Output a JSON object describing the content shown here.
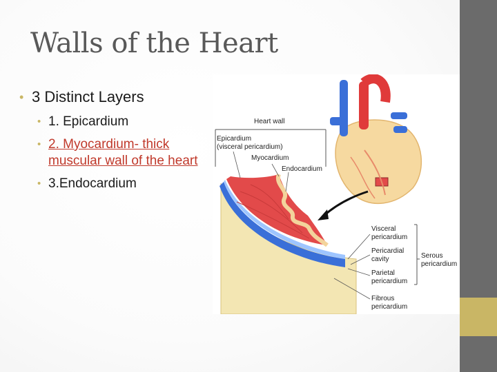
{
  "slide": {
    "title": "Walls of the Heart",
    "bullets": {
      "main": "3 Distinct Layers",
      "sub": [
        {
          "text": "1. Epicardium"
        },
        {
          "text": "2. Myocardium- thick muscular wall of the heart",
          "link": true
        },
        {
          "text": "3.Endocardium"
        }
      ]
    }
  },
  "figure": {
    "labels": {
      "heart_wall": "Heart wall",
      "epicardium": "Epicardium",
      "visceral_paren": "(visceral pericardium)",
      "myocardium": "Myocardium",
      "endocardium": "Endocardium",
      "visceral_1": "Visceral",
      "visceral_2": "pericardium",
      "cavity_1": "Pericardial",
      "cavity_2": "cavity",
      "parietal_1": "Parietal",
      "parietal_2": "pericardium",
      "fibrous_1": "Fibrous",
      "fibrous_2": "pericardium",
      "serous_1": "Serous",
      "serous_2": "pericardium"
    },
    "colors": {
      "myocardium": "#e24a4a",
      "serous_layer": "#3a6fd8",
      "fibrous": "#f3e6b3",
      "heart_body": "#f6d9a0",
      "aorta": "#e03a3a"
    }
  },
  "theme": {
    "side_bar": "#6b6b6b",
    "accent": "#c9b665",
    "link": "#c0392b"
  }
}
